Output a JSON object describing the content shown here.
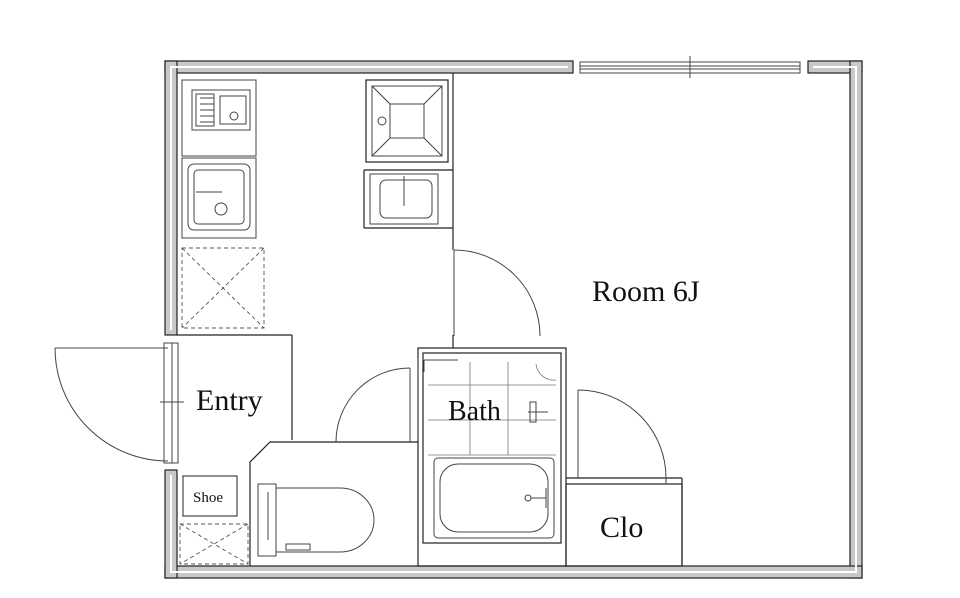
{
  "labels": {
    "room": "Room  6J",
    "entry": "Entry",
    "bath": "Bath",
    "closet": "Clo",
    "shoe": "Shoe"
  },
  "colors": {
    "wall_fill": "#c8c8c8",
    "line": "#222222",
    "fixture_line": "#444444",
    "background": "#ffffff"
  }
}
